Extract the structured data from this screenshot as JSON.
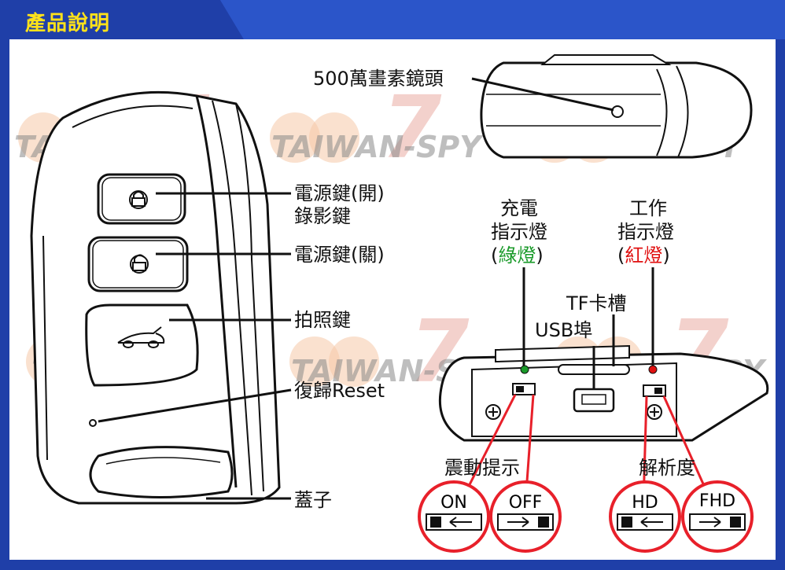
{
  "header": {
    "title": "產品說明"
  },
  "watermark": {
    "text": "TAIWAN-SPY",
    "mark": "7"
  },
  "labels": {
    "camera": "500萬畫素鏡頭",
    "power_on_line1": "電源鍵(開)",
    "power_on_line2": "錄影鍵",
    "power_off": "電源鍵(關)",
    "photo": "拍照鍵",
    "reset": "復歸Reset",
    "cover": "蓋子",
    "charge_line1": "充電",
    "charge_line2": "指示燈",
    "charge_open": "(",
    "charge_color": "綠燈",
    "charge_close": ")",
    "work_line1": "工作",
    "work_line2": "指示燈",
    "work_open": "(",
    "work_color": "紅燈",
    "work_close": ")",
    "tf_slot": "TF卡槽",
    "usb_port": "USB埠",
    "vibration": "震動提示",
    "resolution": "解析度"
  },
  "switches": [
    {
      "label": "ON"
    },
    {
      "label": "OFF"
    },
    {
      "label": "HD"
    },
    {
      "label": "FHD"
    }
  ],
  "colors": {
    "frame": "#1f3fa8",
    "title": "#ffe21a",
    "green": "#1a9a2a",
    "red": "#e01010",
    "accent": "#e8202a"
  }
}
